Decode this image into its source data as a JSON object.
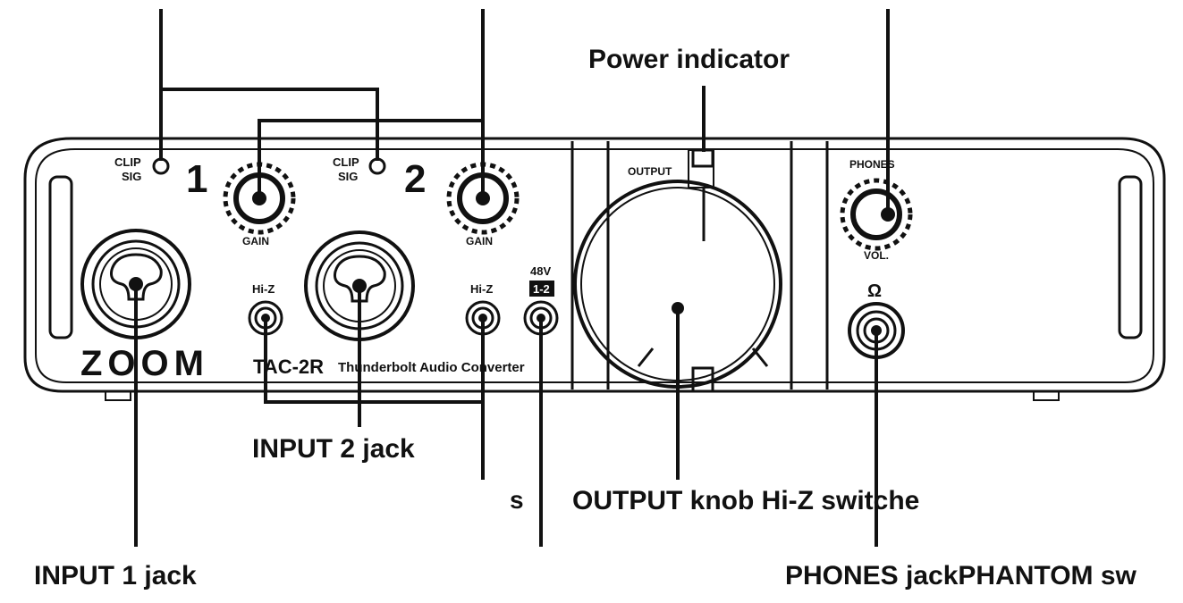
{
  "device": {
    "brand": "ZOOM",
    "model": "TAC-2R",
    "subtitle": "Thunderbolt Audio Converter",
    "ch1_label": "1",
    "ch2_label": "2",
    "clip": "CLIP",
    "sig": "SIG",
    "gain": "GAIN",
    "hiz": "Hi-Z",
    "v48": "48V",
    "v48_ch": "1-2",
    "output": "OUTPUT",
    "phones": "PHONES",
    "vol": "VOL.",
    "headphone_symbol": "Ω"
  },
  "callouts": {
    "power_indicator": "Power indicator",
    "input2": "INPUT 2 jack",
    "input1": "INPUT 1 jack",
    "s": "s",
    "output_hiz": "OUTPUT knob Hi-Z switche",
    "phones_phantom": "PHONES jackPHANTOM sw"
  },
  "colors": {
    "ink": "#111111",
    "panel": "#ffffff"
  }
}
